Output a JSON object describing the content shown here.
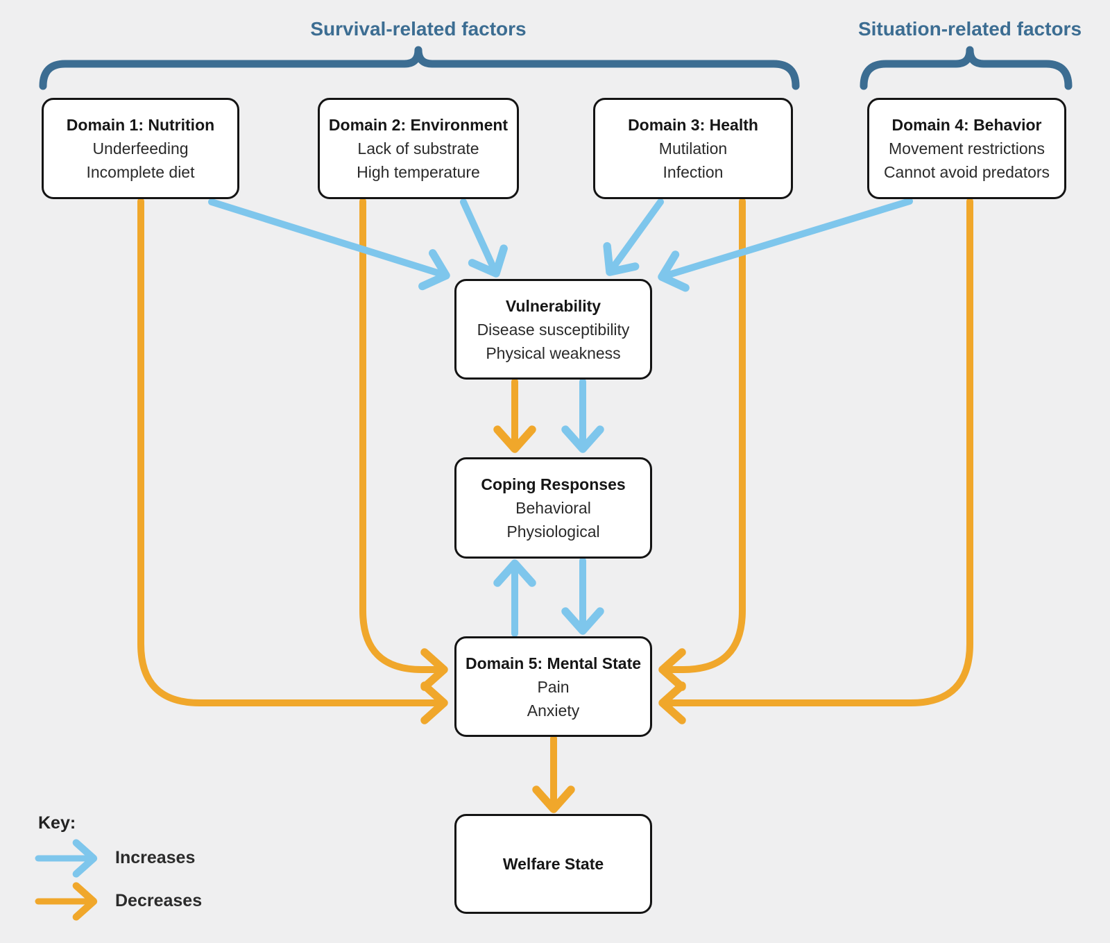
{
  "groups": [
    {
      "label": "Survival-related factors",
      "covers": [
        "domain1",
        "domain2",
        "domain3"
      ]
    },
    {
      "label": "Situation-related factors",
      "covers": [
        "domain4"
      ]
    }
  ],
  "nodes": {
    "domain1": {
      "title": "Domain 1: Nutrition",
      "items": [
        "Underfeeding",
        "Incomplete diet"
      ]
    },
    "domain2": {
      "title": "Domain 2: Environment",
      "items": [
        "Lack of substrate",
        "High temperature"
      ]
    },
    "domain3": {
      "title": "Domain 3: Health",
      "items": [
        "Mutilation",
        "Infection"
      ]
    },
    "domain4": {
      "title": "Domain 4: Behavior",
      "items": [
        "Movement restrictions",
        "Cannot avoid predators"
      ]
    },
    "vulnerability": {
      "title": "Vulnerability",
      "items": [
        "Disease susceptibility",
        "Physical weakness"
      ]
    },
    "coping": {
      "title": "Coping Responses",
      "items": [
        "Behavioral",
        "Physiological"
      ]
    },
    "mental": {
      "title": "Domain 5: Mental State",
      "items": [
        "Pain",
        "Anxiety"
      ]
    },
    "welfare": {
      "title": "Welfare State",
      "items": []
    }
  },
  "edges": [
    {
      "from": "domain1",
      "to": "vulnerability",
      "effect": "increases"
    },
    {
      "from": "domain2",
      "to": "vulnerability",
      "effect": "increases"
    },
    {
      "from": "domain3",
      "to": "vulnerability",
      "effect": "increases"
    },
    {
      "from": "domain4",
      "to": "vulnerability",
      "effect": "increases"
    },
    {
      "from": "vulnerability",
      "to": "coping",
      "effect": "decreases"
    },
    {
      "from": "vulnerability",
      "to": "coping",
      "effect": "increases"
    },
    {
      "from": "mental",
      "to": "coping",
      "effect": "increases"
    },
    {
      "from": "coping",
      "to": "mental",
      "effect": "increases"
    },
    {
      "from": "domain1",
      "to": "mental",
      "effect": "decreases"
    },
    {
      "from": "domain2",
      "to": "mental",
      "effect": "decreases"
    },
    {
      "from": "domain3",
      "to": "mental",
      "effect": "decreases"
    },
    {
      "from": "domain4",
      "to": "mental",
      "effect": "decreases"
    },
    {
      "from": "mental",
      "to": "welfare",
      "effect": "decreases"
    }
  ],
  "key": {
    "label": "Key:",
    "entries": [
      {
        "label": "Increases",
        "color": "#7ec6ec"
      },
      {
        "label": "Decreases",
        "color": "#f0a72b"
      }
    ]
  },
  "colors": {
    "header_blue": "#3c6d92",
    "increase_blue": "#7ec6ec",
    "decrease_orange": "#f0a72b",
    "background": "#efeff0",
    "box_border": "#141414",
    "text": "#1d1d1d"
  }
}
